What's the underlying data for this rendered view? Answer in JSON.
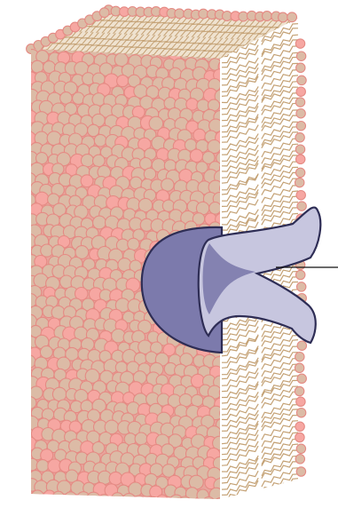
{
  "diagram": {
    "labels": [],
    "colors": {
      "background": "#ffffff",
      "head_fill": "#dcbba6",
      "head_outline": "#e58a84",
      "head_highlight": "#f6a7a2",
      "tail": "#c4a174",
      "protein_dark": "#7c7aac",
      "protein_light": "#c7c6df",
      "protein_outline": "#2e2d55",
      "pointer": "#111111"
    },
    "components": [
      "phospholipid-bilayer",
      "membrane-protein",
      "label-pointer-line"
    ]
  }
}
